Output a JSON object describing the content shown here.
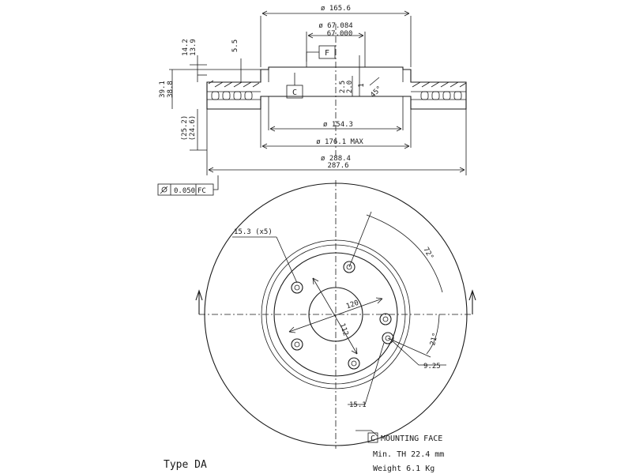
{
  "dimensions": {
    "d_165_6": "ø 165.6",
    "d_67_084": "ø 67.084",
    "d_67_000": "67.000",
    "d_154_3": "ø 154.3",
    "d_176_1": "ø 176.1 MAX",
    "d_288_4": "ø 288.4",
    "d_287_6": "287.6",
    "h_14_2": "14.2",
    "h_13_9": "13.9",
    "h_5_5": "5.5",
    "h_39_1": "39.1",
    "h_38_8": "38.8",
    "h_25_2": "(25.2)",
    "h_24_6": "(24.6)",
    "h_2_5": "2.5",
    "h_2_0": "2.0",
    "h_1": "1",
    "angle_45": "45°",
    "angle_72": "72°",
    "angle_21": "21°",
    "pcd_120": "120",
    "pcd_112": "112",
    "hole_15_3": "15.3 (x5)",
    "hole_9_25": "9.25",
    "hole_15_1": "15.1"
  },
  "datums": {
    "F": "F",
    "C": "C"
  },
  "tolerance": {
    "value": "0.050",
    "datum": "FC"
  },
  "legend": {
    "datum_letter": "C",
    "mounting_face": "MOUNTING FACE",
    "min_th": "Min. TH 22.4 mm",
    "weight": "Weight 6.1  Kg"
  },
  "type_label": "Type DA"
}
